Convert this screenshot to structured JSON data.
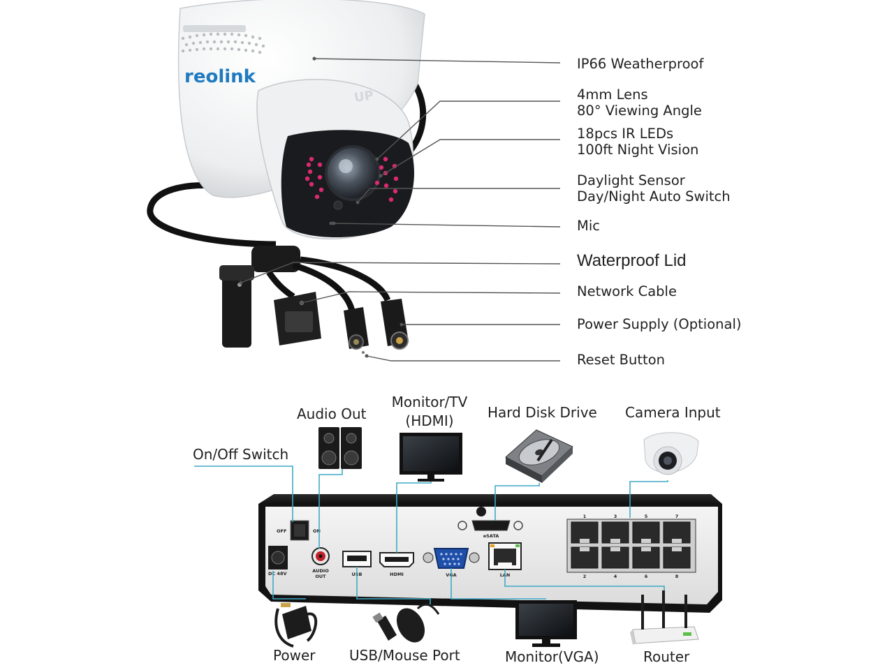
{
  "camera": {
    "brand": "reolink",
    "housing_mark": "UP",
    "callouts": [
      {
        "id": "weatherproof",
        "lines": [
          "IP66 Weatherproof"
        ]
      },
      {
        "id": "lens",
        "lines": [
          "4mm Lens",
          "80° Viewing Angle"
        ]
      },
      {
        "id": "ir",
        "lines": [
          "18pcs IR LEDs",
          "100ft Night Vision"
        ]
      },
      {
        "id": "daylight",
        "lines": [
          "Daylight Sensor",
          "Day/Night Auto Switch"
        ]
      },
      {
        "id": "mic",
        "lines": [
          "Mic"
        ]
      },
      {
        "id": "lid",
        "lines": [
          "Waterproof Lid"
        ]
      },
      {
        "id": "network",
        "lines": [
          "Network Cable"
        ]
      },
      {
        "id": "power",
        "lines": [
          "Power Supply (Optional)"
        ]
      },
      {
        "id": "reset",
        "lines": [
          "Reset Button"
        ]
      }
    ]
  },
  "nvr": {
    "peripherals": {
      "audio_out": "Audio Out",
      "monitor_tv": [
        "Monitor/TV",
        "(HDMI)"
      ],
      "hdd": "Hard Disk Drive",
      "camera_input": "Camera Input",
      "on_off": "On/Off Switch",
      "power": "Power",
      "usb_mouse": "USB/Mouse Port",
      "monitor_vga": "Monitor(VGA)",
      "router": "Router"
    },
    "panel": {
      "switch_off": "OFF",
      "switch_on": "ON",
      "dc": "DC 48V",
      "audio": [
        "AUDIO",
        "OUT"
      ],
      "usb": "USB",
      "hdmi": "HDMI",
      "vga": "VGA",
      "lan": "LAN",
      "esata": "eSATA",
      "ports_top": [
        "1",
        "3",
        "5",
        "7"
      ],
      "ports_bottom": [
        "2",
        "4",
        "6",
        "8"
      ]
    }
  },
  "colors": {
    "connector_line": "#3fa9c6",
    "leader_line": "#555555",
    "ir_led": "#d92a72"
  }
}
